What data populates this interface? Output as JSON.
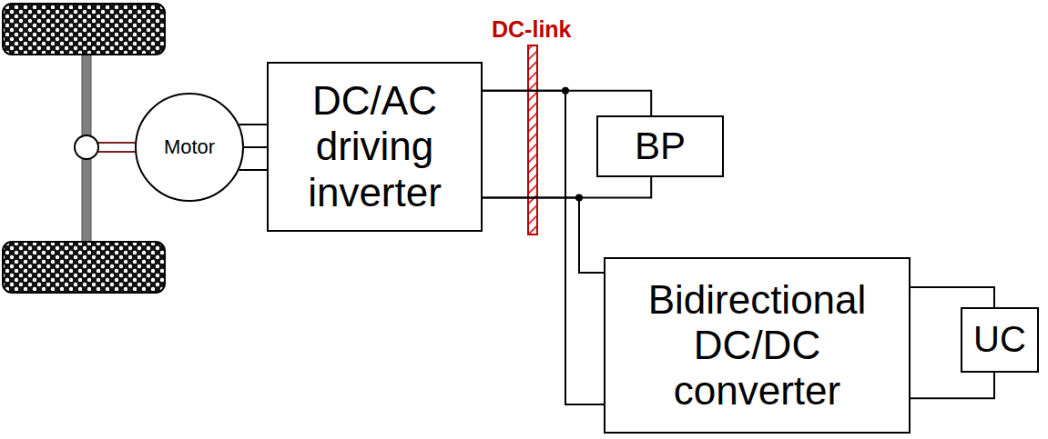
{
  "diagram": {
    "nodes": [
      {
        "text": [
          "Motor"
        ]
      },
      {
        "text": [
          "DC/AC driving inverter"
        ]
      },
      {
        "text": [
          "BP"
        ]
      },
      {
        "text": [
          "Bidirectional DC/DC converter"
        ]
      },
      {
        "text": [
          "UC"
        ]
      }
    ],
    "edges": [
      {
        "from": 0,
        "to": 1,
        "arrow": "none"
      },
      {
        "from": 1,
        "to": 2,
        "arrow": "none"
      },
      {
        "from": 1,
        "to": 3,
        "arrow": "none"
      },
      {
        "from": 3,
        "to": 4,
        "arrow": "none"
      }
    ],
    "labels": [
      "DC-link"
    ]
  }
}
